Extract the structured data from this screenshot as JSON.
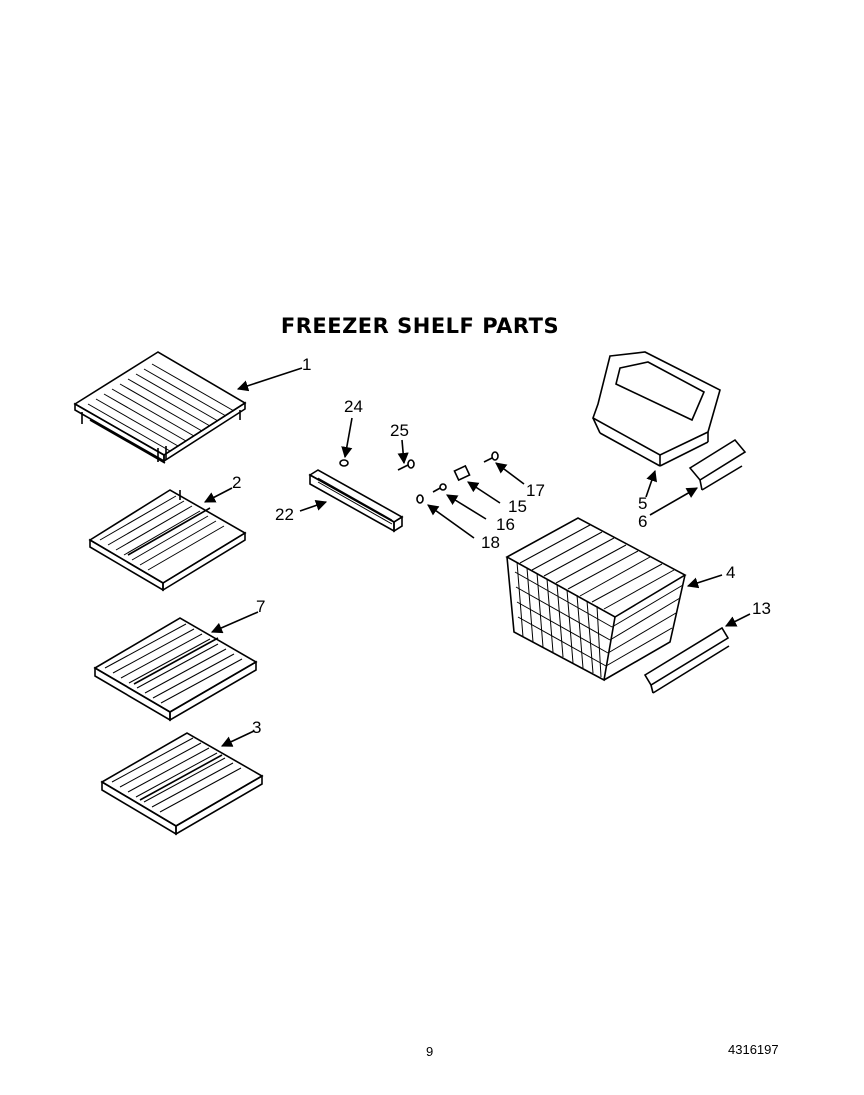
{
  "title": "FREEZER SHELF PARTS",
  "page_number": "9",
  "doc_number": "4316197",
  "callouts": {
    "c1": "1",
    "c2": "2",
    "c3": "3",
    "c4": "4",
    "c5": "5",
    "c6": "6",
    "c7": "7",
    "c13": "13",
    "c15": "15",
    "c16": "16",
    "c17": "17",
    "c18": "18",
    "c22": "22",
    "c24": "24",
    "c25": "25"
  }
}
